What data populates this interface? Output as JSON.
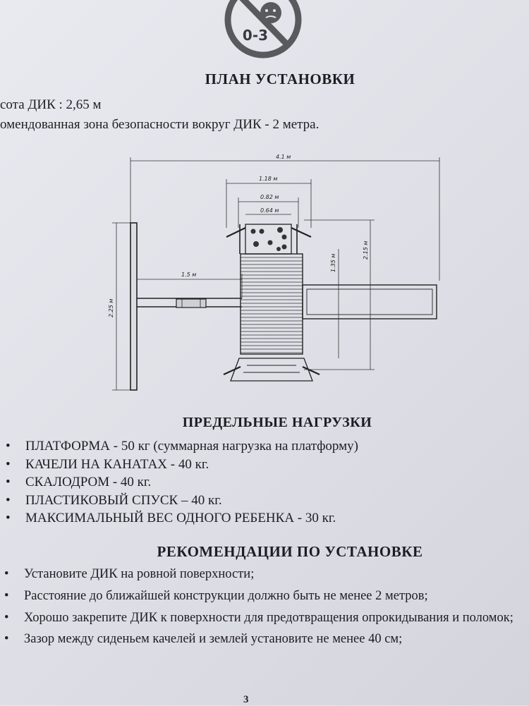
{
  "warning_icon": {
    "label": "0-3",
    "icon": "no-baby-icon"
  },
  "plan": {
    "title": "ПЛАН УСТАНОВКИ",
    "height_line": "сота ДИК : 2,65 м",
    "zone_line": "омендованная зона безопасности вокруг ДИК - 2 метра.",
    "dimensions": {
      "total_width": "4.1 м",
      "platform_outer": "1.18 м",
      "platform_mid": "0.82 м",
      "platform_inner": "0.64 м",
      "swing_length": "1.5 м",
      "platform_height": "1.35 м",
      "overall_height": "2.15 м",
      "swing_width": "2.25 м"
    }
  },
  "loads": {
    "title": "ПРЕДЕЛЬНЫЕ НАГРУЗКИ",
    "items": [
      "ПЛАТФОРМА - 50 кг (суммарная нагрузка на платформу)",
      "КАЧЕЛИ НА КАНАТАХ - 40 кг.",
      "СКАЛОДРОМ - 40 кг.",
      "ПЛАСТИКОВЫЙ СПУСК – 40 кг.",
      "МАКСИМАЛЬНЫЙ ВЕС ОДНОГО РЕБЕНКА - 30 кг."
    ]
  },
  "recommendations": {
    "title": "РЕКОМЕНДАЦИИ ПО УСТАНОВКЕ",
    "items": [
      "Установите ДИК на ровной поверхности;",
      "Расстояние до ближайшей конструкции должно быть не менее 2 метров;",
      "Хорошо закрепите ДИК к поверхности для предотвращения опрокидывания и поломок;",
      "Зазор между сиденьем качелей и землей установите не менее 40 см;"
    ]
  },
  "page_number": "3",
  "colors": {
    "paper": "#e4e5eb",
    "ink": "#1d1d22",
    "icon_gray": "#5a5a5e"
  }
}
